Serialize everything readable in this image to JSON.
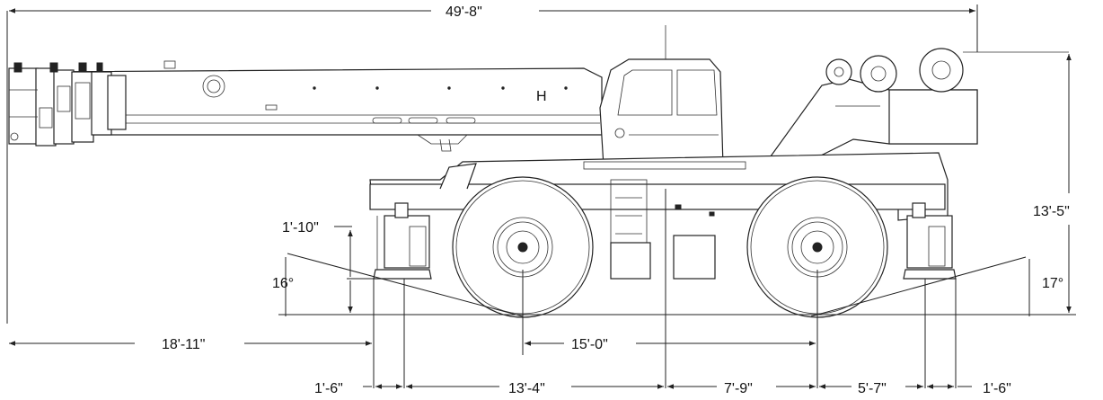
{
  "dimensions": {
    "overall_length": "49'-8\"",
    "height": "13'-5\"",
    "front_overhang": "18'-11\"",
    "wheelbase": "15'-0\"",
    "ground_clearance": "1'-10\"",
    "approach_angle": "16°",
    "departure_angle": "17°",
    "bottom": [
      "1'-6\"",
      "13'-4\"",
      "7'-9\"",
      "5'-7\"",
      "1'-6\""
    ]
  },
  "boom_mark": "H",
  "colors": {
    "line": "#222222",
    "background": "#ffffff"
  }
}
